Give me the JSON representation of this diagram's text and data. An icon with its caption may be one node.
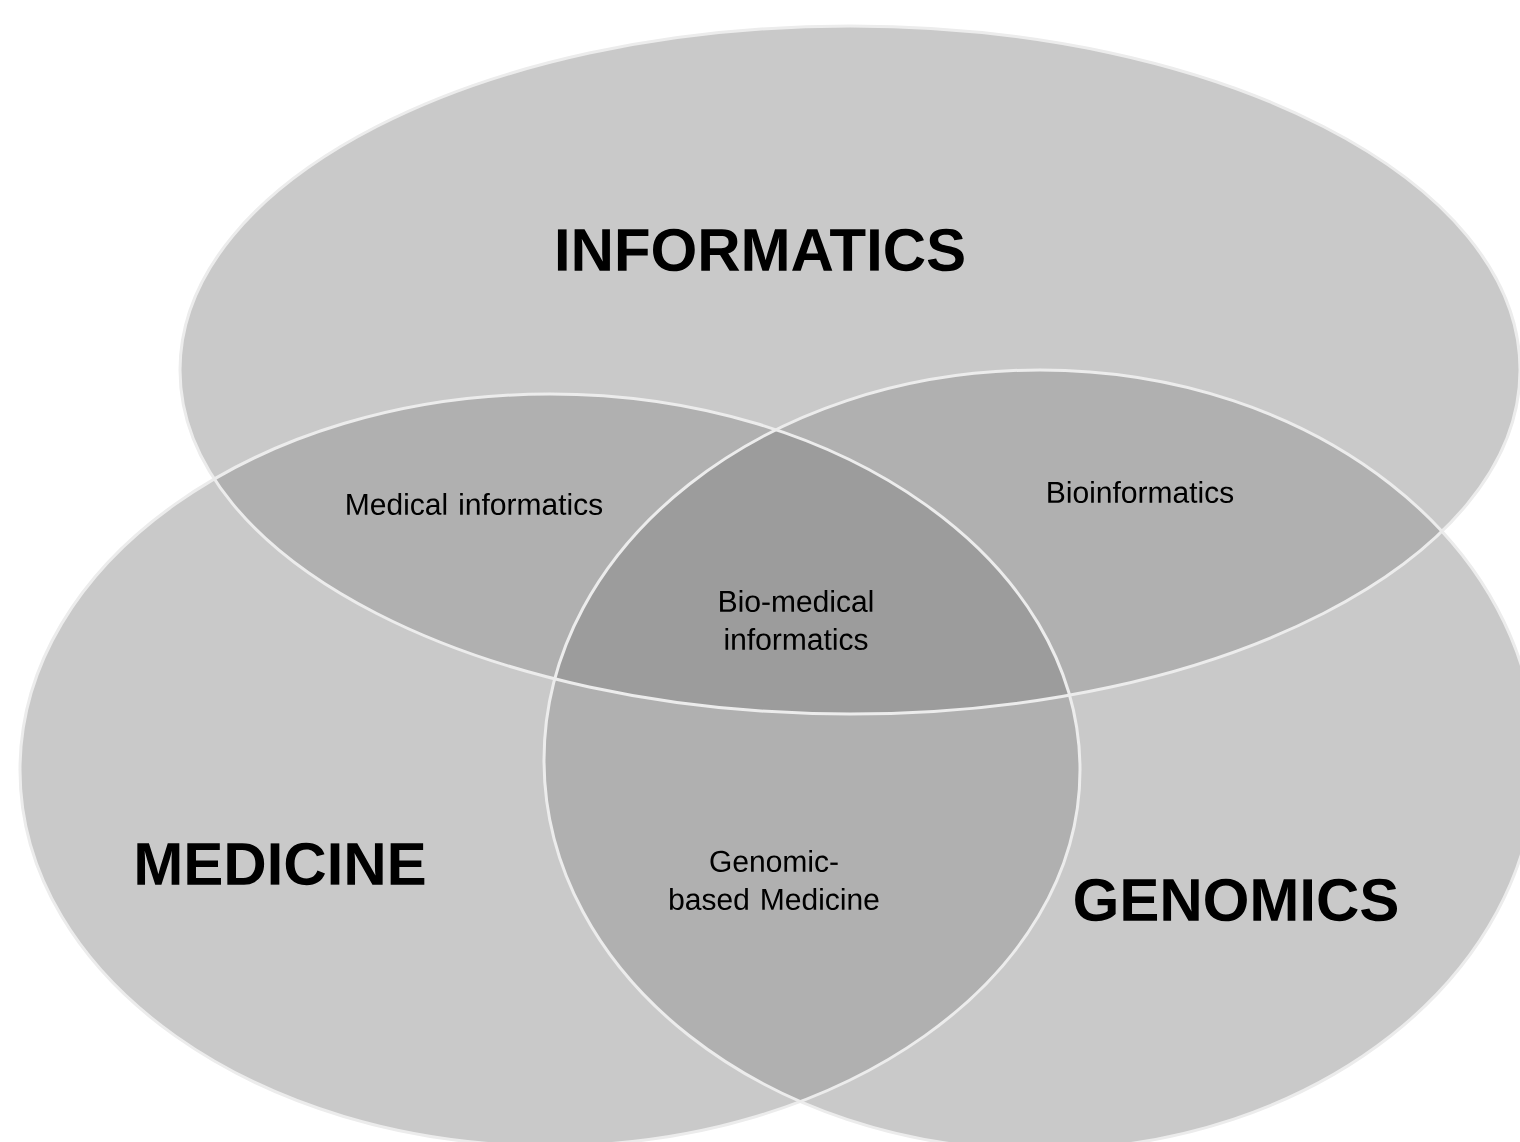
{
  "diagram": {
    "nodes": [
      {
        "text": [
          "INFORMATICS"
        ]
      },
      {
        "text": [
          "MEDICINE"
        ]
      },
      {
        "text": [
          "GENOMICS"
        ]
      }
    ],
    "labels": [
      "Medical informatics",
      "Bioinformatics",
      "Bio-medical informatics",
      "Genomic-based Medicine"
    ]
  }
}
